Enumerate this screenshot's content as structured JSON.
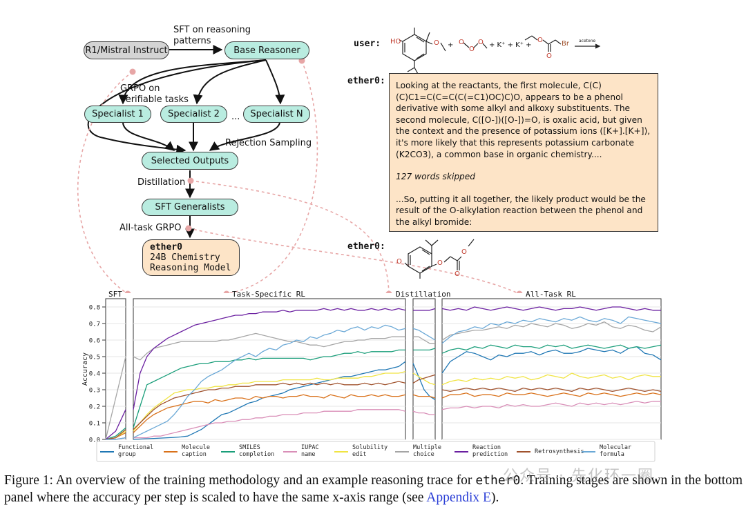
{
  "diagram": {
    "nodes": {
      "r1": "R1/Mistral Instruct",
      "base": "Base Reasoner",
      "spec1": "Specialist 1",
      "spec2": "Specialist 2",
      "specn": "Specialist N",
      "ellipsis": "...",
      "selected": "Selected Outputs",
      "sftgen": "SFT Generalists",
      "ether_title": "ether0",
      "ether_sub1": "24B Chemistry",
      "ether_sub2": "Reasoning Model"
    },
    "labels": {
      "sft_reasoning_1": "SFT on reasoning",
      "sft_reasoning_2": "patterns",
      "grpo_1": "GRPO on",
      "grpo_2": "verifiable tasks",
      "rejection": "Rejection Sampling",
      "distillation": "Distillation",
      "alltask": "All-task GRPO"
    }
  },
  "example": {
    "user_label": "user:",
    "ether_label": "ether0:",
    "ether_label2": "ether0:",
    "reaction_text": {
      "ho": "HO",
      "o1": "O",
      "plus1": "+",
      "o2": "O",
      "o3": "O",
      "o4": "O",
      "plus_k": "+ K⁺ + K⁺ +",
      "o5": "O",
      "o6": "O",
      "br": "Br",
      "acetone": "acetone"
    },
    "product_text": {
      "o1": "O",
      "o2": "O",
      "o3": "O",
      "o4": "O"
    },
    "trace_p1": "Looking at the reactants, the first molecule, C(C)(C)C1=C(C=C(C(=C1)OC)C)O, appears to be a phenol derivative with some alkyl and alkoxy substituents. The second molecule, C([O-])([O-])=O, is oxalic acid, but given the context and the presence of potassium ions ([K+].[K+]), it's more likely that this represents potassium carbonate (K2CO3), a common base in organic chemistry....",
    "trace_skip": "127 words skipped",
    "trace_p2": "...So, putting it all together, the likely product would be the result of the O-alkylation reaction between the phenol and the alkyl bromide:"
  },
  "chart_data": {
    "type": "line",
    "ylabel": "Accuracy",
    "ylim": [
      0,
      0.85
    ],
    "yticks": [
      0.0,
      0.1,
      0.2,
      0.3,
      0.4,
      0.5,
      0.6,
      0.7,
      0.8
    ],
    "ytick_labels": [
      "0.0",
      "0.1",
      "0.2",
      "0.3",
      "0.4",
      "0.5",
      "0.6",
      "0.7",
      "0.8"
    ],
    "stages": [
      {
        "name": "SFT",
        "points": 3
      },
      {
        "name": "Task-Specific RL",
        "points": 41
      },
      {
        "name": "Distillation",
        "points": 5
      },
      {
        "name": "All-Task RL",
        "points": 28
      }
    ],
    "legend_position": "bottom",
    "series": [
      {
        "name": "Functional group",
        "label1": "Functional",
        "label2": "group",
        "color": "#1f77b4",
        "stages": [
          [
            0.0,
            0.0,
            0.01
          ],
          [
            0.0,
            0.002,
            0.004,
            0.006,
            0.008,
            0.01,
            0.012,
            0.015,
            0.02,
            0.04,
            0.06,
            0.09,
            0.12,
            0.15,
            0.16,
            0.18,
            0.2,
            0.22,
            0.23,
            0.25,
            0.26,
            0.27,
            0.28,
            0.3,
            0.31,
            0.32,
            0.33,
            0.34,
            0.35,
            0.36,
            0.37,
            0.38,
            0.38,
            0.39,
            0.4,
            0.41,
            0.42,
            0.42,
            0.43,
            0.44,
            0.47
          ],
          [
            0.46,
            0.38,
            0.3,
            0.26,
            0.24
          ],
          [
            0.4,
            0.47,
            0.5,
            0.53,
            0.52,
            0.5,
            0.48,
            0.51,
            0.5,
            0.52,
            0.52,
            0.53,
            0.51,
            0.53,
            0.54,
            0.52,
            0.52,
            0.53,
            0.55,
            0.54,
            0.53,
            0.54,
            0.52,
            0.55,
            0.56,
            0.52,
            0.51,
            0.48
          ]
        ]
      },
      {
        "name": "Molecule caption",
        "label1": "Molecule",
        "label2": "caption",
        "color": "#d9711a",
        "stages": [
          [
            0.0,
            0.01,
            0.04
          ],
          [
            0.04,
            0.08,
            0.12,
            0.15,
            0.17,
            0.19,
            0.2,
            0.21,
            0.22,
            0.23,
            0.23,
            0.22,
            0.24,
            0.23,
            0.24,
            0.25,
            0.25,
            0.24,
            0.26,
            0.25,
            0.26,
            0.26,
            0.25,
            0.26,
            0.26,
            0.27,
            0.26,
            0.26,
            0.25,
            0.27,
            0.26,
            0.25,
            0.27,
            0.26,
            0.26,
            0.27,
            0.26,
            0.27,
            0.26,
            0.26,
            0.27
          ],
          [
            0.27,
            0.26,
            0.26,
            0.26,
            0.25
          ],
          [
            0.25,
            0.27,
            0.27,
            0.28,
            0.26,
            0.27,
            0.27,
            0.26,
            0.28,
            0.27,
            0.27,
            0.28,
            0.27,
            0.26,
            0.27,
            0.28,
            0.27,
            0.26,
            0.28,
            0.27,
            0.28,
            0.27,
            0.26,
            0.27,
            0.28,
            0.27,
            0.28,
            0.27
          ]
        ]
      },
      {
        "name": "SMILES completion",
        "label1": "SMILES",
        "label2": "completion",
        "color": "#1a9e7a",
        "stages": [
          [
            0.0,
            0.02,
            0.07
          ],
          [
            0.07,
            0.2,
            0.33,
            0.35,
            0.37,
            0.39,
            0.41,
            0.43,
            0.44,
            0.45,
            0.46,
            0.46,
            0.47,
            0.47,
            0.47,
            0.48,
            0.48,
            0.49,
            0.48,
            0.49,
            0.49,
            0.49,
            0.49,
            0.49,
            0.49,
            0.49,
            0.48,
            0.49,
            0.5,
            0.5,
            0.51,
            0.52,
            0.52,
            0.53,
            0.52,
            0.53,
            0.53,
            0.53,
            0.53,
            0.54,
            0.54
          ],
          [
            0.54,
            0.54,
            0.54,
            0.54,
            0.55
          ],
          [
            0.52,
            0.54,
            0.55,
            0.54,
            0.56,
            0.55,
            0.57,
            0.56,
            0.55,
            0.57,
            0.56,
            0.56,
            0.55,
            0.57,
            0.56,
            0.57,
            0.55,
            0.56,
            0.57,
            0.56,
            0.55,
            0.56,
            0.57,
            0.55,
            0.56,
            0.55,
            0.56,
            0.57
          ]
        ]
      },
      {
        "name": "IUPAC name",
        "label1": "IUPAC",
        "label2": "name",
        "color": "#d98fb8",
        "stages": [
          [
            0.0,
            0.0,
            0.01
          ],
          [
            0.01,
            0.01,
            0.01,
            0.02,
            0.02,
            0.03,
            0.04,
            0.05,
            0.06,
            0.07,
            0.08,
            0.09,
            0.1,
            0.1,
            0.11,
            0.11,
            0.12,
            0.12,
            0.13,
            0.13,
            0.14,
            0.14,
            0.15,
            0.15,
            0.15,
            0.16,
            0.16,
            0.16,
            0.17,
            0.17,
            0.17,
            0.17,
            0.17,
            0.18,
            0.18,
            0.18,
            0.18,
            0.18,
            0.18,
            0.18,
            0.17
          ],
          [
            0.17,
            0.16,
            0.16,
            0.15,
            0.15
          ],
          [
            0.18,
            0.19,
            0.19,
            0.2,
            0.19,
            0.2,
            0.2,
            0.19,
            0.21,
            0.2,
            0.21,
            0.2,
            0.2,
            0.21,
            0.22,
            0.21,
            0.2,
            0.22,
            0.21,
            0.22,
            0.21,
            0.22,
            0.21,
            0.22,
            0.23,
            0.22,
            0.23,
            0.23
          ]
        ]
      },
      {
        "name": "Solubility edit",
        "label1": "Solubility",
        "label2": "edit",
        "color": "#f0e442",
        "stages": [
          [
            0.0,
            0.01,
            0.05
          ],
          [
            0.05,
            0.1,
            0.15,
            0.19,
            0.22,
            0.25,
            0.28,
            0.29,
            0.3,
            0.3,
            0.31,
            0.31,
            0.32,
            0.32,
            0.33,
            0.33,
            0.34,
            0.34,
            0.35,
            0.35,
            0.35,
            0.35,
            0.36,
            0.36,
            0.36,
            0.36,
            0.36,
            0.37,
            0.36,
            0.36,
            0.37,
            0.37,
            0.37,
            0.37,
            0.38,
            0.38,
            0.39,
            0.4,
            0.4,
            0.4,
            0.41
          ],
          [
            0.4,
            0.38,
            0.36,
            0.34,
            0.33
          ],
          [
            0.33,
            0.35,
            0.36,
            0.35,
            0.37,
            0.36,
            0.37,
            0.36,
            0.38,
            0.37,
            0.38,
            0.36,
            0.37,
            0.39,
            0.38,
            0.37,
            0.4,
            0.38,
            0.37,
            0.38,
            0.39,
            0.37,
            0.38,
            0.36,
            0.38,
            0.39,
            0.38,
            0.38
          ]
        ]
      },
      {
        "name": "Multiple choice",
        "label1": "Multiple",
        "label2": "choice",
        "color": "#a5a5a5",
        "stages": [
          [
            0.0,
            0.25,
            0.5
          ],
          [
            0.5,
            0.48,
            0.52,
            0.55,
            0.56,
            0.57,
            0.58,
            0.59,
            0.59,
            0.59,
            0.59,
            0.59,
            0.59,
            0.6,
            0.6,
            0.61,
            0.62,
            0.63,
            0.64,
            0.63,
            0.62,
            0.61,
            0.6,
            0.59,
            0.59,
            0.58,
            0.57,
            0.57,
            0.56,
            0.57,
            0.58,
            0.59,
            0.59,
            0.6,
            0.6,
            0.61,
            0.61,
            0.61,
            0.62,
            0.62,
            0.62
          ],
          [
            0.62,
            0.62,
            0.6,
            0.58,
            0.58
          ],
          [
            0.6,
            0.63,
            0.64,
            0.65,
            0.66,
            0.66,
            0.67,
            0.68,
            0.67,
            0.69,
            0.68,
            0.7,
            0.69,
            0.68,
            0.7,
            0.69,
            0.67,
            0.68,
            0.7,
            0.69,
            0.71,
            0.68,
            0.67,
            0.69,
            0.68,
            0.66,
            0.65,
            0.68
          ]
        ]
      },
      {
        "name": "Reaction prediction",
        "label1": "Reaction",
        "label2": "prediction",
        "color": "#6a1fa0",
        "stages": [
          [
            0.0,
            0.05,
            0.18
          ],
          [
            0.18,
            0.4,
            0.5,
            0.55,
            0.58,
            0.61,
            0.63,
            0.65,
            0.67,
            0.69,
            0.7,
            0.71,
            0.72,
            0.73,
            0.74,
            0.75,
            0.75,
            0.76,
            0.76,
            0.77,
            0.77,
            0.77,
            0.78,
            0.77,
            0.78,
            0.78,
            0.78,
            0.78,
            0.79,
            0.78,
            0.79,
            0.78,
            0.79,
            0.78,
            0.78,
            0.79,
            0.78,
            0.79,
            0.78,
            0.79,
            0.78
          ],
          [
            0.78,
            0.78,
            0.78,
            0.78,
            0.79
          ],
          [
            0.79,
            0.78,
            0.79,
            0.78,
            0.8,
            0.79,
            0.78,
            0.79,
            0.8,
            0.79,
            0.78,
            0.79,
            0.8,
            0.79,
            0.78,
            0.79,
            0.79,
            0.8,
            0.79,
            0.78,
            0.79,
            0.8,
            0.8,
            0.79,
            0.78,
            0.79,
            0.78,
            0.78
          ]
        ]
      },
      {
        "name": "Retrosynthesis",
        "label1": "Retrosynthesis",
        "label2": "",
        "color": "#a0522d",
        "stages": [
          [
            0.0,
            0.01,
            0.06
          ],
          [
            0.06,
            0.1,
            0.14,
            0.18,
            0.21,
            0.23,
            0.25,
            0.26,
            0.27,
            0.28,
            0.29,
            0.3,
            0.3,
            0.31,
            0.31,
            0.32,
            0.32,
            0.32,
            0.33,
            0.33,
            0.33,
            0.33,
            0.34,
            0.33,
            0.34,
            0.33,
            0.34,
            0.33,
            0.34,
            0.33,
            0.34,
            0.33,
            0.33,
            0.33,
            0.34,
            0.33,
            0.34,
            0.33,
            0.34,
            0.35,
            0.34
          ],
          [
            0.34,
            0.36,
            0.37,
            0.38,
            0.39
          ],
          [
            0.3,
            0.29,
            0.3,
            0.31,
            0.3,
            0.31,
            0.3,
            0.31,
            0.3,
            0.29,
            0.31,
            0.3,
            0.31,
            0.3,
            0.31,
            0.3,
            0.29,
            0.31,
            0.3,
            0.31,
            0.3,
            0.29,
            0.3,
            0.31,
            0.3,
            0.29,
            0.3,
            0.29
          ]
        ]
      },
      {
        "name": "Molecular formula",
        "label1": "Molecular",
        "label2": "formula",
        "color": "#6aa8d6",
        "stages": [
          [
            0.0,
            0.0,
            0.01
          ],
          [
            0.01,
            0.03,
            0.05,
            0.07,
            0.09,
            0.11,
            0.15,
            0.2,
            0.26,
            0.3,
            0.35,
            0.38,
            0.4,
            0.42,
            0.45,
            0.48,
            0.5,
            0.52,
            0.5,
            0.53,
            0.55,
            0.54,
            0.57,
            0.58,
            0.6,
            0.59,
            0.62,
            0.61,
            0.63,
            0.64,
            0.66,
            0.65,
            0.67,
            0.68,
            0.66,
            0.68,
            0.67,
            0.69,
            0.68,
            0.66,
            0.67
          ],
          [
            0.67,
            0.66,
            0.64,
            0.62,
            0.6
          ],
          [
            0.58,
            0.62,
            0.65,
            0.66,
            0.68,
            0.67,
            0.7,
            0.69,
            0.71,
            0.7,
            0.72,
            0.71,
            0.73,
            0.72,
            0.71,
            0.73,
            0.72,
            0.74,
            0.72,
            0.71,
            0.73,
            0.72,
            0.7,
            0.74,
            0.73,
            0.72,
            0.71,
            0.7
          ]
        ]
      }
    ]
  },
  "caption": {
    "text1": "Figure 1: An overview of the training methodology and an example reasoning trace for ",
    "code": "ether0",
    "text2": ". Training stages are shown in the bottom panel where the accuracy per step is scaled to have the same x-axis range (see ",
    "link": "Appendix E",
    "text3": ")."
  },
  "watermark": "公众号 · 先化环一圈"
}
